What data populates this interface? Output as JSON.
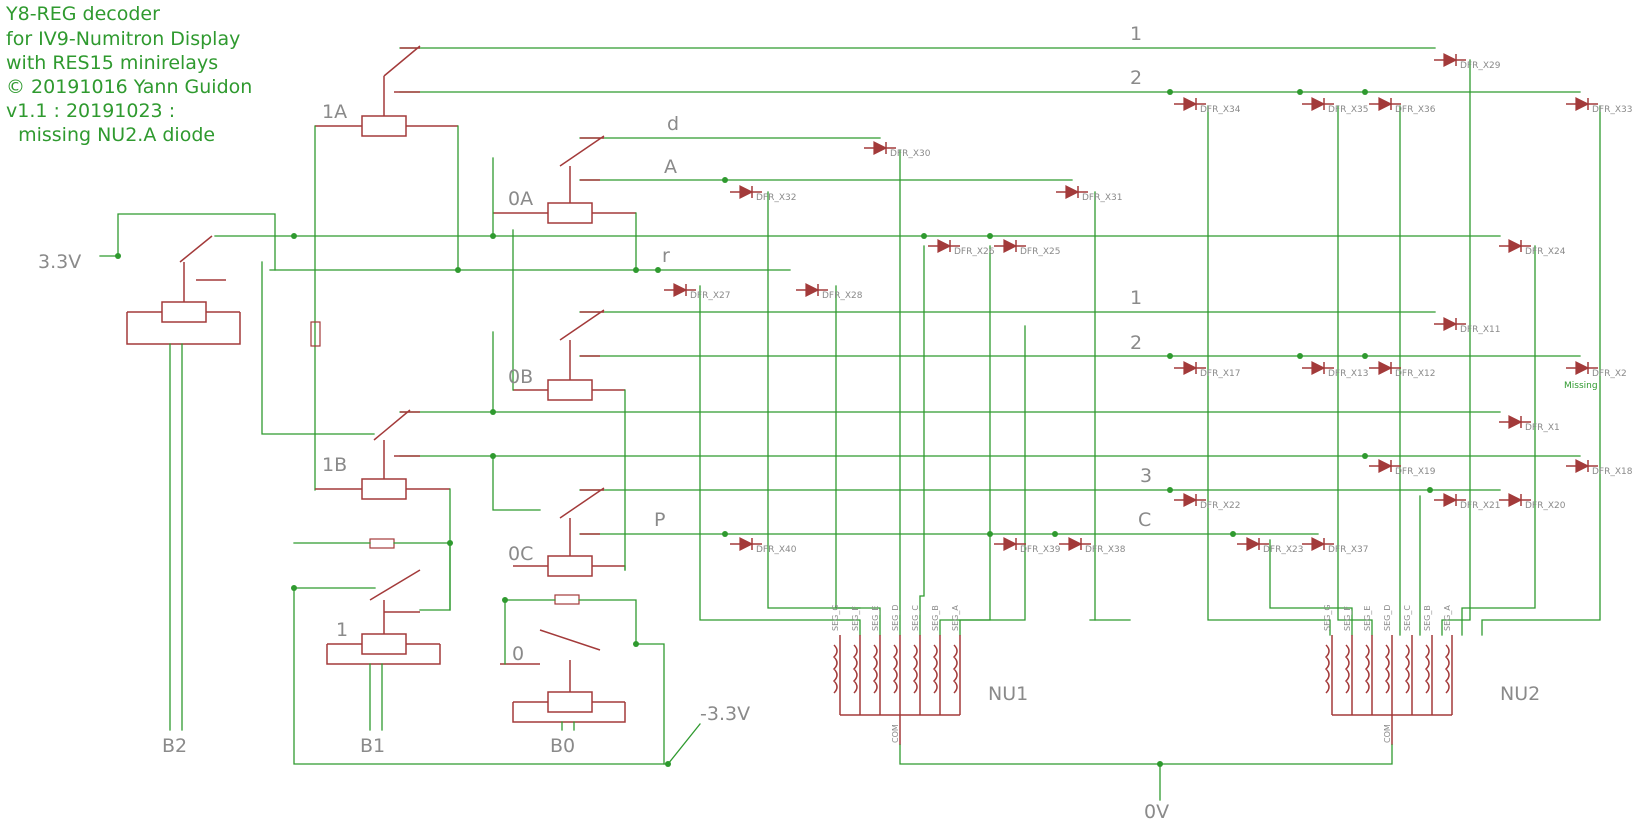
{
  "title_lines": [
    "Y8-REG decoder",
    "for IV9-Numitron Display",
    "with RES15 minirelays",
    "© 20191016 Yann Guidon",
    "v1.1 : 20191023 :",
    "  missing NU2.A diode"
  ],
  "supply": {
    "pos": "3.3V",
    "neg": "-3.3V",
    "gnd": "0V"
  },
  "inputs": [
    "B2",
    "B1",
    "B0"
  ],
  "relays": [
    "1A",
    "0A",
    "0B",
    "1B",
    "0C",
    "1",
    "0"
  ],
  "rows": {
    "one": "1",
    "two": "2",
    "d": "d",
    "A": "A",
    "r": "r",
    "one_b": "1",
    "two_b": "2",
    "three": "3",
    "P": "P",
    "C": "C"
  },
  "diodes": [
    "DFR_X29",
    "DFR_X34",
    "DFR_X35",
    "DFR_X36",
    "DFR_X33",
    "DFR_X30",
    "DFR_X32",
    "DFR_X31",
    "DFR_X26",
    "DFR_X25",
    "DFR_X24",
    "DFR_X27",
    "DFR_X28",
    "DFR_X11",
    "DFR_X17",
    "DFR_X13",
    "DFR_X12",
    "DFR_X2",
    "DFR_X1",
    "DFR_X19",
    "DFR_X18",
    "DFR_X22",
    "DFR_X21",
    "DFR_X20",
    "DFR_X40",
    "DFR_X39",
    "DFR_X38",
    "DFR_X23",
    "DFR_X37"
  ],
  "missing_note": "Missing",
  "displays": {
    "nu1": "NU1",
    "nu2": "NU2",
    "pins": [
      "SEG_G",
      "SEG_F",
      "SEG_E",
      "SEG_D",
      "SEG_C",
      "SEG_B",
      "SEG_A"
    ],
    "com": "COM"
  }
}
